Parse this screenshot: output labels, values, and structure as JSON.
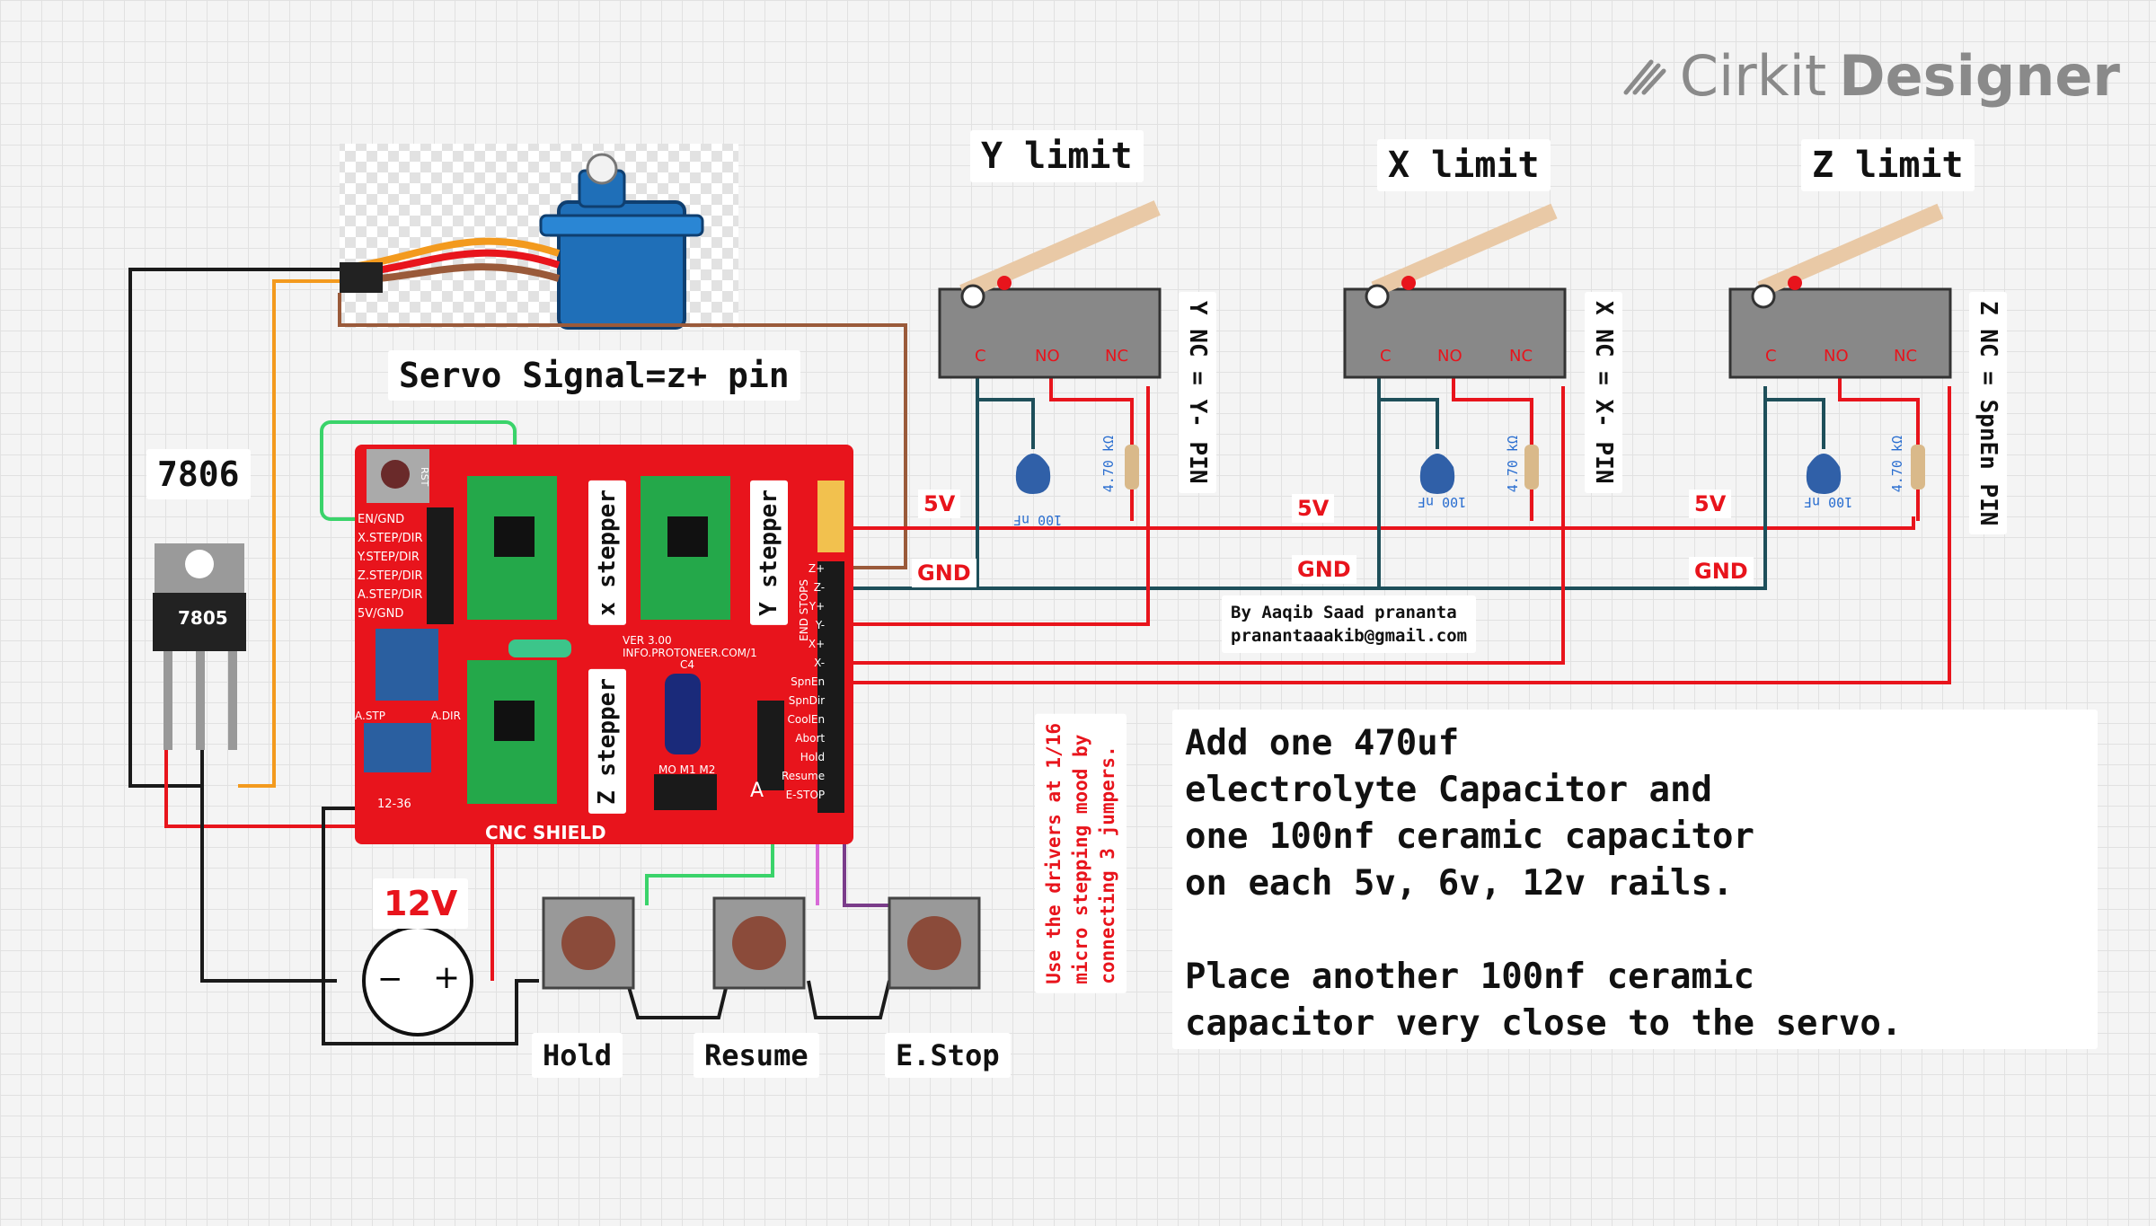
{
  "brand": {
    "name_light": "Cirkit",
    "name_bold": "Designer",
    "icon": "pen-lines-icon"
  },
  "labels": {
    "y_limit": "Y limit",
    "x_limit": "X limit",
    "z_limit": "Z limit",
    "servo_signal": "Servo Signal=z+ pin",
    "regulator_7806": "7806",
    "regulator_chip": "7805",
    "x_stepper": "x stepper",
    "y_stepper": "Y stepper",
    "z_stepper": "Z stepper",
    "y_nc": "Y NC = Y- PIN",
    "x_nc": "X NC = X- PIN",
    "z_nc": "Z NC = SpnEn PIN",
    "hold": "Hold",
    "resume": "Resume",
    "estop": "E.Stop",
    "v12": "12V",
    "microstep": "Use the drivers at 1/16\nmicro stepping mood by\nconnecting 3 jumpers.",
    "author": "By Aaqib Saad prananta\nprananta​aakib@gmail.com"
  },
  "switch_pins": {
    "c": "C",
    "no": "NO",
    "nc": "NC"
  },
  "rails": {
    "v5": "5V",
    "gnd": "GND"
  },
  "capacitor": {
    "value": "100 nF"
  },
  "resistor": {
    "value": "4.70 kΩ"
  },
  "note": {
    "text": "Add one 470uf\nelectrolyte Capacitor and\none 100nf ceramic capacitor\non each 5v, 6v, 12v rails.\n\nPlace another 100nf ceramic\ncapacitor very close to the servo."
  },
  "shield": {
    "title": "CNC SHIELD",
    "version": "VER 3.00",
    "url": "INFO.PROTONEER.COM/1",
    "rst": "RST",
    "cap_label": "C4",
    "mode_pins": "MO M1 M2",
    "left_pins": [
      "EN/GND",
      "X.STEP/DIR",
      "Y.STEP/DIR",
      "Z.STEP/DIR",
      "A.STEP/DIR",
      "5V/GND"
    ],
    "right_pins": [
      "Z+",
      "Z-",
      "Y+",
      "Y-",
      "X+",
      "X-",
      "SpnEn",
      "SpnDir",
      "CoolEn",
      "Abort",
      "Hold",
      "Resume",
      "E-STOP"
    ],
    "end_stops": "END STOPS",
    "stp": "A.STP",
    "dir": "A.DIR",
    "power": "12-36",
    "a_axis": "A"
  },
  "psu": {
    "minus": "−",
    "plus": "+"
  },
  "colors": {
    "red_wire": "#e8141c",
    "black_wire": "#1a1a1a",
    "orange_wire": "#f39a1e",
    "brown_wire": "#9a5a3a",
    "teal_wire": "#1e4f5a",
    "green_wire": "#3ad36a",
    "purple_wire": "#7a3c8a",
    "pink_wire": "#d86ad8",
    "shield_red": "#e8141c",
    "driver_green": "#24a84a"
  }
}
